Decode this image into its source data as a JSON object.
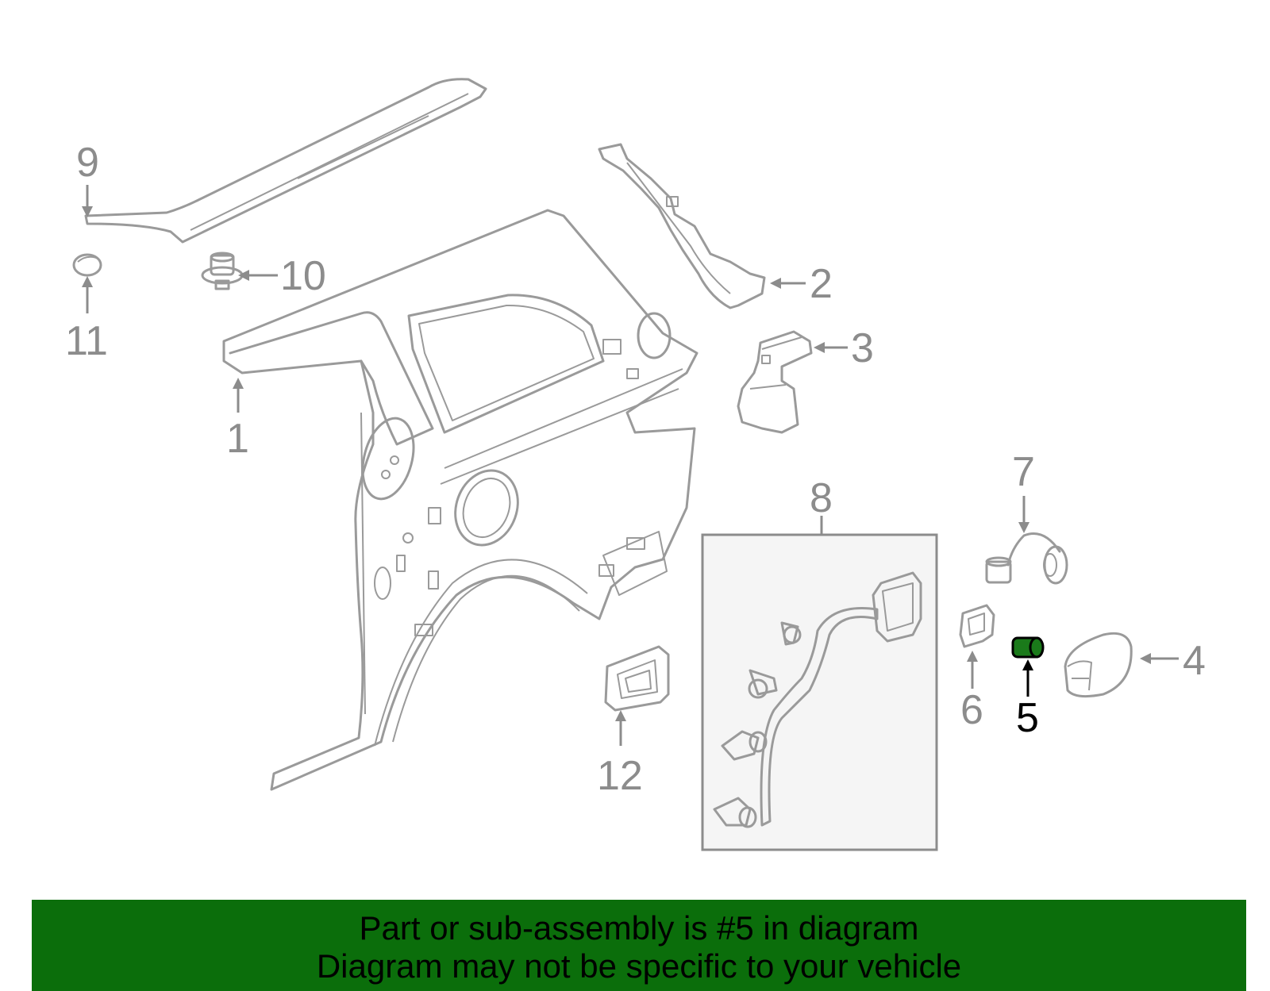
{
  "callouts": {
    "c1": "1",
    "c2": "2",
    "c3": "3",
    "c4": "4",
    "c5": "5",
    "c6": "6",
    "c7": "7",
    "c8": "8",
    "c9": "9",
    "c10": "10",
    "c11": "11",
    "c12": "12"
  },
  "highlighted_part": "5",
  "colors": {
    "highlight_fill": "#1a7a1a",
    "banner_bg": "#0b6e0b",
    "part_stroke": "#9a9a9a",
    "callout_text": "#8c8c8c"
  },
  "banner": {
    "line1": "Part or sub-assembly is #5 in diagram",
    "line2": "Diagram may not be specific to your vehicle"
  }
}
